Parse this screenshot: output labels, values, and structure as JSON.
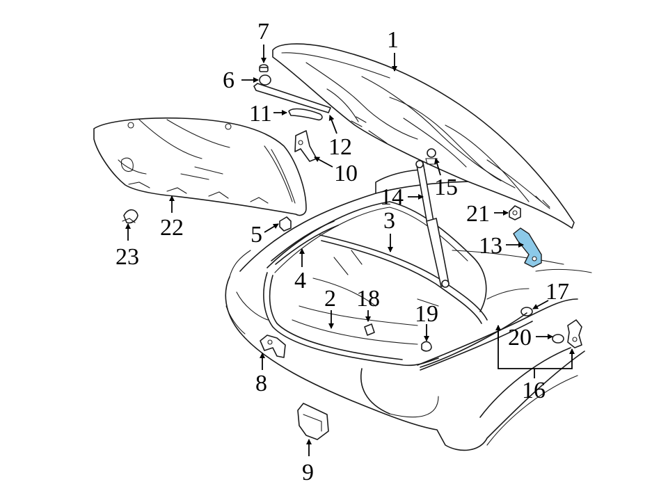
{
  "diagram": {
    "highlight_color": "#8cc9e8",
    "line_color": "#1a1a1a",
    "callouts": [
      {
        "id": "c1",
        "label": "1"
      },
      {
        "id": "c2",
        "label": "2"
      },
      {
        "id": "c3",
        "label": "3"
      },
      {
        "id": "c4",
        "label": "4"
      },
      {
        "id": "c5",
        "label": "5"
      },
      {
        "id": "c6",
        "label": "6"
      },
      {
        "id": "c7",
        "label": "7"
      },
      {
        "id": "c8",
        "label": "8"
      },
      {
        "id": "c9",
        "label": "9"
      },
      {
        "id": "c10",
        "label": "10"
      },
      {
        "id": "c11",
        "label": "11"
      },
      {
        "id": "c12",
        "label": "12"
      },
      {
        "id": "c13",
        "label": "13"
      },
      {
        "id": "c14",
        "label": "14"
      },
      {
        "id": "c15",
        "label": "15"
      },
      {
        "id": "c16",
        "label": "16"
      },
      {
        "id": "c17",
        "label": "17"
      },
      {
        "id": "c18",
        "label": "18"
      },
      {
        "id": "c19",
        "label": "19"
      },
      {
        "id": "c20",
        "label": "20"
      },
      {
        "id": "c21",
        "label": "21"
      },
      {
        "id": "c22",
        "label": "22"
      },
      {
        "id": "c23",
        "label": "23"
      }
    ]
  }
}
